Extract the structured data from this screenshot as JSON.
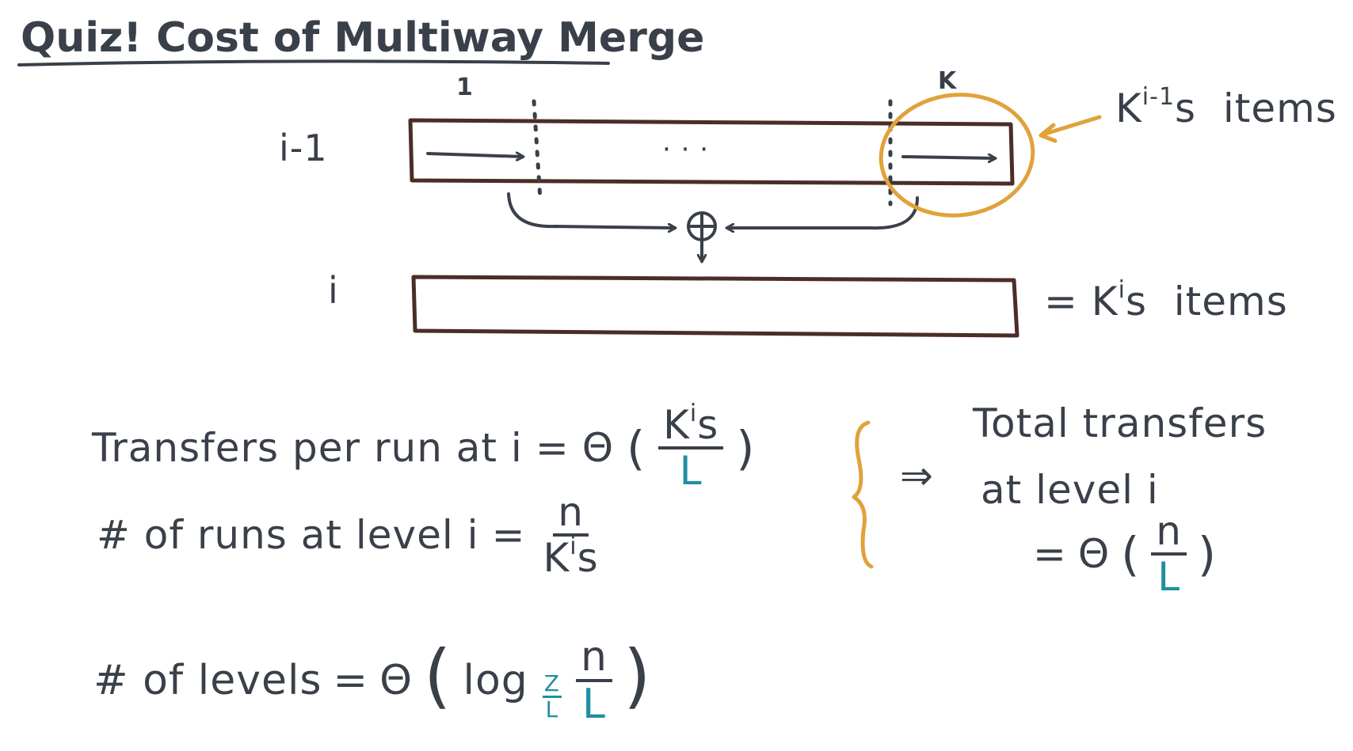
{
  "title": "Quiz! Cost of Multiway Merge",
  "diagram": {
    "run_first_label": "1",
    "run_last_label": "K",
    "dots": "· · ·",
    "level_prev_label": "i-1",
    "level_cur_label": "i",
    "merge_symbol": "⊕",
    "annotation_prev": {
      "base": "K",
      "exp": "i-1",
      "rest": "s  items"
    },
    "annotation_cur": {
      "prefix": "= ",
      "base": "K",
      "exp": "i",
      "rest": "s  items"
    }
  },
  "equations": {
    "transfers_per_run": {
      "label": "Transfers per run at i",
      "eq": "=",
      "theta": "Θ",
      "num_base": "K",
      "num_exp": "i",
      "num_rest": "s",
      "den": "L"
    },
    "runs_at_level": {
      "label": "# of runs at level i",
      "eq": "=",
      "num": "n",
      "den_base": "K",
      "den_exp": "i",
      "den_rest": "s"
    },
    "implies": "⇒",
    "total": {
      "line1": "Total transfers",
      "line2": "at level i",
      "eq": "=",
      "theta": "Θ",
      "num": "n",
      "den": "L"
    },
    "levels": {
      "label": "# of levels",
      "eq": "=",
      "theta": "Θ",
      "log": "log",
      "base_num": "Z",
      "base_den": "L",
      "num": "n",
      "den": "L"
    }
  },
  "colors": {
    "ink": "#3a404a",
    "box": "#4a2e26",
    "highlight": "#e0a23a",
    "accent": "#1f8fa0",
    "background": "#ffffff"
  }
}
